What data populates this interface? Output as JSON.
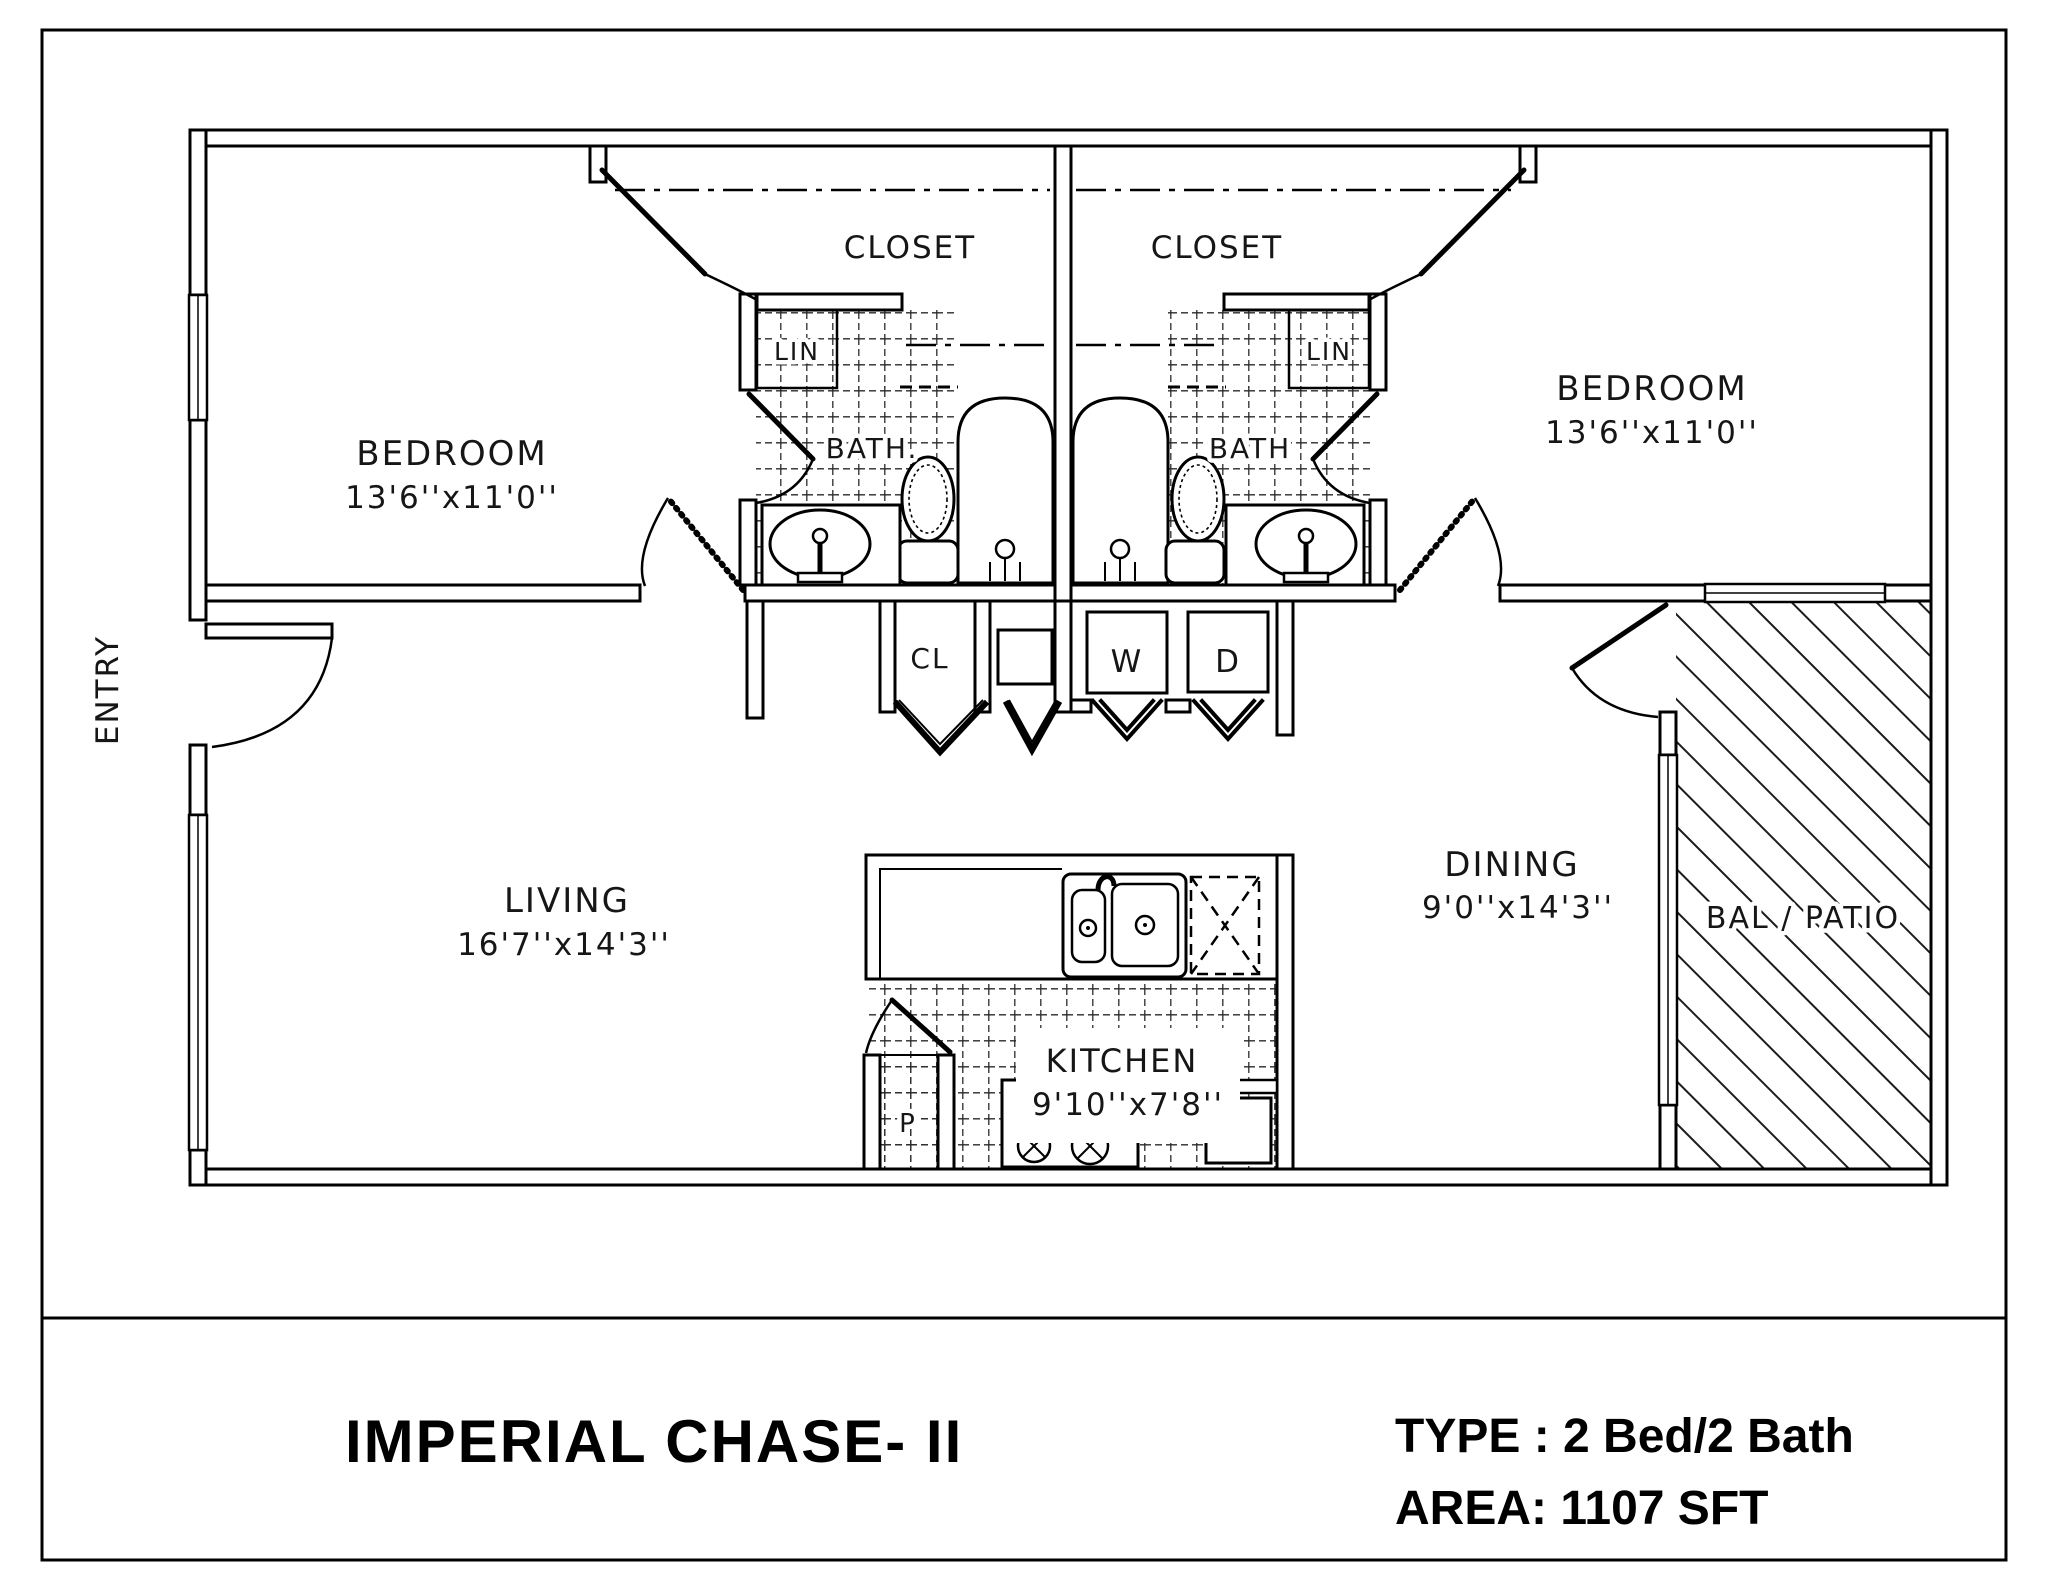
{
  "page": {
    "paper_color": "#ffffff",
    "line_color": "#000000"
  },
  "title_block": {
    "project_name": "IMPERIAL CHASE- II",
    "type_label": "TYPE : 2 Bed/2 Bath",
    "area_label": "AREA: 1107 SFT"
  },
  "plan": {
    "entry_label": "ENTRY",
    "rooms": {
      "bedroom_left": {
        "name": "BEDROOM",
        "dims": "13'6''x11'0''"
      },
      "bedroom_right": {
        "name": "BEDROOM",
        "dims": "13'6''x11'0''"
      },
      "closet_left": {
        "name": "CLOSET"
      },
      "closet_right": {
        "name": "CLOSET"
      },
      "linen_left": {
        "name": "LIN"
      },
      "linen_right": {
        "name": "LIN"
      },
      "bath_left": {
        "name": "BATH."
      },
      "bath_right": {
        "name": "BATH"
      },
      "hall_closet": {
        "name": "CL"
      },
      "washer": {
        "name": "W"
      },
      "dryer": {
        "name": "D"
      },
      "living": {
        "name": "LIVING",
        "dims": "16'7''x14'3''"
      },
      "kitchen": {
        "name": "KITCHEN",
        "dims": "9'10''x7'8''"
      },
      "pantry": {
        "name": "P"
      },
      "dining": {
        "name": "DINING",
        "dims": "9'0''x14'3''"
      },
      "balcony": {
        "name": "BAL / PATIO"
      }
    }
  }
}
